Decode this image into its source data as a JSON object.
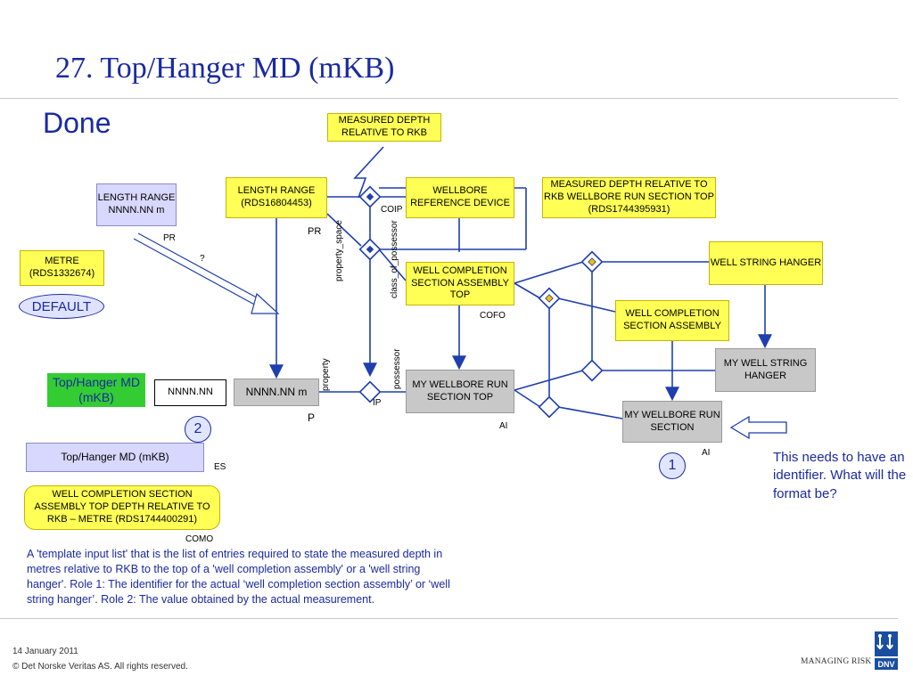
{
  "title": "27. Top/Hanger MD (mKB)",
  "subtitle": "Done",
  "boxes": {
    "measured_depth_rkb": "MEASURED DEPTH RELATIVE TO RKB",
    "length_range_rds": "LENGTH RANGE (RDS16804453)",
    "wellbore_reference_device": "WELLBORE REFERENCE DEVICE",
    "measured_depth_run_section": "MEASURED DEPTH RELATIVE TO RKB WELLBORE RUN SECTION TOP (RDS1744395931)",
    "length_range_nnnn": "LENGTH RANGE NNNN.NN m",
    "metre": "METRE (RDS1332674)",
    "well_completion_section_assembly_top": "WELL COMPLETION SECTION ASSEMBLY TOP",
    "well_string_hanger": "WELL STRING HANGER",
    "well_completion_section_assembly": "WELL COMPLETION SECTION ASSEMBLY",
    "my_well_string_hanger": "MY WELL STRING HANGER",
    "top_hanger_green": "Top/Hanger MD (mKB)",
    "nnnn_white": "NNNN.NN",
    "nnnn_m_grey": "NNNN.NN m",
    "my_wellbore_run_section_top": "MY WELLBORE RUN SECTION TOP",
    "my_wellbore_run_section": "MY WELLBORE RUN SECTION",
    "top_hanger_lavender": "Top/Hanger MD (mKB)",
    "well_completion_depth": "WELL COMPLETION SECTION ASSEMBLY TOP DEPTH RELATIVE TO RKB – METRE (RDS1744400291)"
  },
  "labels": {
    "coip": "COIP",
    "pr1": "PR",
    "pr2": "PR",
    "question": "?",
    "property_space": "property_space",
    "class_of_possessor": "class_of_possessor",
    "cofo": "COFO",
    "property": "property",
    "possessor": "possessor",
    "ip": "IP",
    "p": "P",
    "ai1": "AI",
    "ai2": "AI",
    "es": "ES",
    "como": "COMO"
  },
  "default_label": "DEFAULT",
  "circles": {
    "one": "1",
    "two": "2"
  },
  "note": "This needs to have an identifier. What will the format be?",
  "description": "A 'template input list' that is the list of entries required to state the measured depth in metres relative to RKB to the top of a 'well completion assembly' or a 'well string hanger'. Role 1: The identifier for the actual ‘well completion section assembly’ or ‘well string hanger’. Role 2: The value obtained by the actual measurement.",
  "footer": {
    "date": "14 January 2011",
    "copyright": "© Det Norske Veritas AS. All rights reserved.",
    "tagline": "MANAGING RISK",
    "logo": "DNV"
  },
  "colors": {
    "title": "#1a2aa0",
    "lines": "#1f3fae",
    "yellow": "#ffff55",
    "grey": "#c8c8c8"
  }
}
